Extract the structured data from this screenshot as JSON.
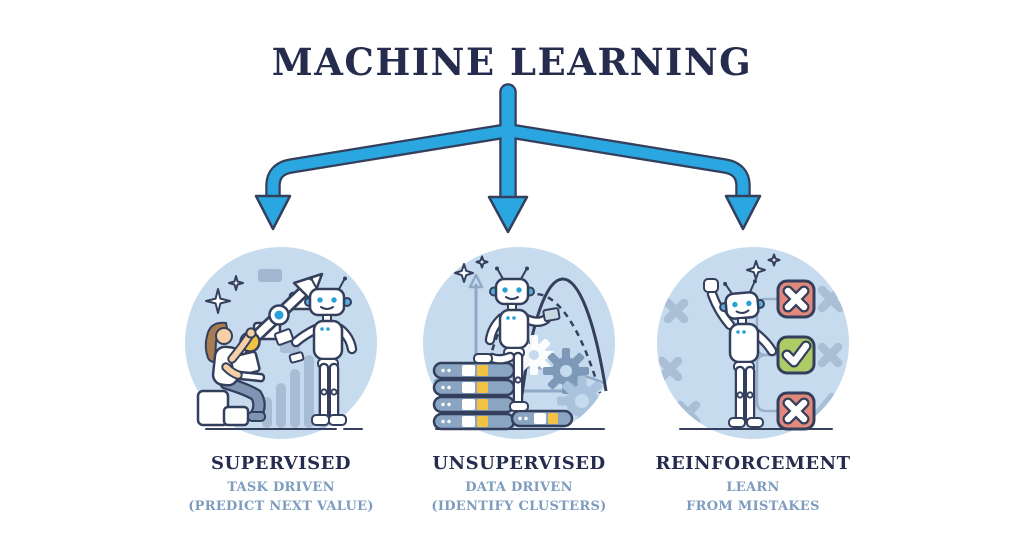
{
  "title": "MACHINE LEARNING",
  "branches": [
    {
      "id": "supervised",
      "label": "SUPERVISED",
      "tagline1": "TASK DRIVEN",
      "tagline2": "(PREDICT NEXT VALUE)",
      "scene": "trainer with laptop pointing at rising data-point chart beside a robot"
    },
    {
      "id": "unsupervised",
      "label": "UNSUPERVISED",
      "tagline1": "DATA DRIVEN",
      "tagline2": "(IDENTIFY CLUSTERS)",
      "scene": "robot stepping on data server stack with distribution curves and gears"
    },
    {
      "id": "reinforcement",
      "label": "REINFORCEMENT",
      "tagline1": "LEARN",
      "tagline2": "FROM MISTAKES",
      "scene": "robot picking the correct checkbox among wrong answers"
    }
  ],
  "colors": {
    "title_text": "#262c4d",
    "outline": "#333f5c",
    "arrow_fill": "#2aa7e0",
    "circle_background": "#c7dbef",
    "tagline_text": "#7d9cbe",
    "accent_yellow": "#f4c242",
    "accent_blue": "#2aa0d8",
    "wrong_red": "#e2897c",
    "correct_green": "#aecb66",
    "muted_mark": "#aabfd6",
    "mid_blue_gray": "#8aa5c2",
    "skin": "#f6cfa4",
    "hair_brown": "#a87c52"
  }
}
